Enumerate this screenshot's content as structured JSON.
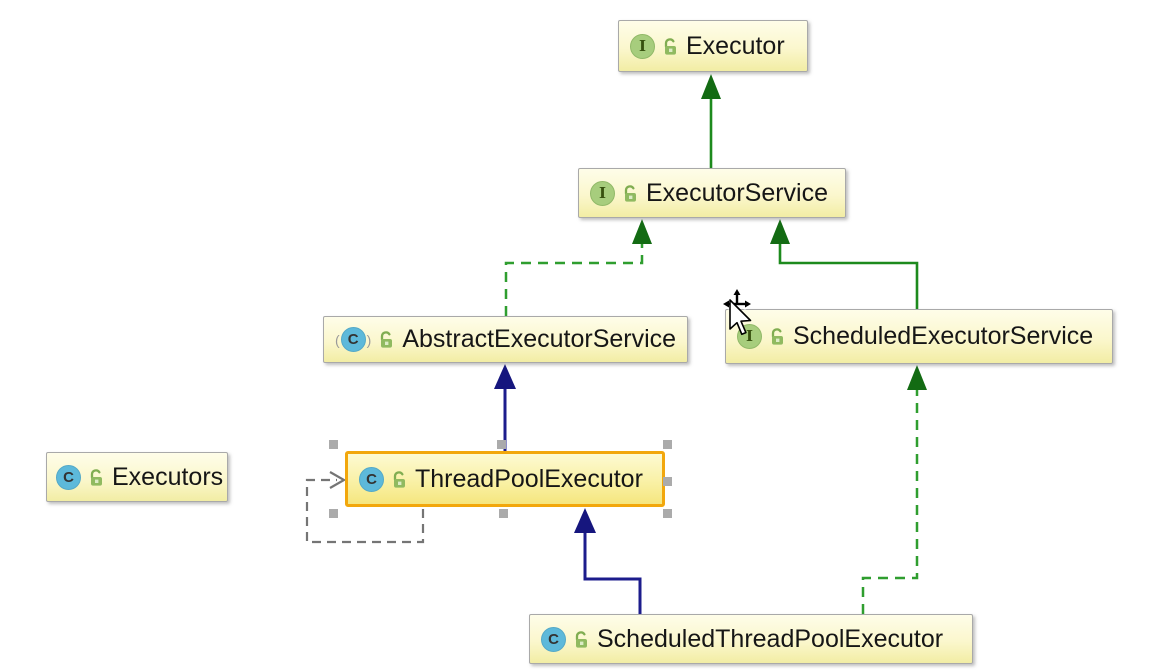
{
  "diagram_title": "Java Executor framework UML class diagram",
  "icon_letters": {
    "interface": "I",
    "class": "C"
  },
  "nodes": {
    "executor": {
      "label": "Executor",
      "type": "interface",
      "visibility": "public"
    },
    "executor_service": {
      "label": "ExecutorService",
      "type": "interface",
      "visibility": "public"
    },
    "abstract_executor_service": {
      "label": "AbstractExecutorService",
      "type": "abstract-class",
      "visibility": "public"
    },
    "scheduled_executor_service": {
      "label": "ScheduledExecutorService",
      "type": "interface",
      "visibility": "public"
    },
    "executors": {
      "label": "Executors",
      "type": "class",
      "visibility": "public"
    },
    "thread_pool_executor": {
      "label": "ThreadPoolExecutor",
      "type": "class",
      "visibility": "public",
      "selected": true
    },
    "scheduled_thread_pool_executor": {
      "label": "ScheduledThreadPoolExecutor",
      "type": "class",
      "visibility": "public"
    }
  },
  "edges": [
    {
      "from": "ExecutorService",
      "to": "Executor",
      "relation": "extends",
      "style": "solid-green"
    },
    {
      "from": "AbstractExecutorService",
      "to": "ExecutorService",
      "relation": "implements",
      "style": "dashed-green"
    },
    {
      "from": "ScheduledExecutorService",
      "to": "Executor Service",
      "relation": "extends",
      "style": "solid-green"
    },
    {
      "from": "ThreadPoolExecutor",
      "to": "AbstractExecutorService",
      "relation": "extends",
      "style": "solid-navy"
    },
    {
      "from": "ScheduledThreadPoolExecutor",
      "to": "ThreadPoolExecutor",
      "relation": "extends",
      "style": "solid-navy"
    },
    {
      "from": "ScheduledThreadPoolExecutor",
      "to": "ScheduledExecutorService",
      "relation": "implements",
      "style": "dashed-green"
    },
    {
      "from": "ThreadPoolExecutor",
      "to": "ThreadPoolExecutor",
      "relation": "self-dependency",
      "style": "dashed-gray"
    }
  ],
  "colors": {
    "node_fill_top": "#fefde9",
    "node_fill_bottom": "#f2eda4",
    "node_border": "#a9a9a9",
    "selected_border": "#f2a70c",
    "extends_line_green": "#1d8a1d",
    "implements_dash_green": "#2f9e2f",
    "arrowhead_green": "#136b13",
    "extends_class_navy": "#1c1c8c",
    "dependency_gray": "#757575",
    "interface_icon_green": "#a7cd7d",
    "class_icon_blue": "#5db9da",
    "handle_gray": "#ababab"
  }
}
